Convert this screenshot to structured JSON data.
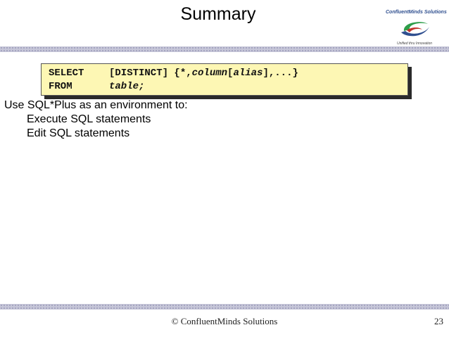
{
  "slide": {
    "title": "Summary",
    "logo": {
      "name": "ConfluentMinds Solutions",
      "tagline": "Unified thru Innovation",
      "colors": {
        "blue": "#2f4f8f",
        "green": "#2e9e4a",
        "red": "#c0342b"
      }
    },
    "code": {
      "line1": {
        "keyword": "SELECT",
        "p1": "[DISTINCT] {*,",
        "p2": "column",
        "p3": "[",
        "p4": "alias",
        "p5": "],...}"
      },
      "line2": {
        "keyword": "FROM",
        "p1": "table;"
      }
    },
    "body": {
      "intro": "Use SQL*Plus as an environment to:",
      "items": [
        "Execute SQL statements",
        "Edit SQL statements"
      ]
    },
    "footer": {
      "copyright": "© ConfluentMinds Solutions",
      "page_number": "23"
    },
    "colors": {
      "band": "#c6c6d8",
      "code_bg": "#fdf7b4"
    }
  }
}
